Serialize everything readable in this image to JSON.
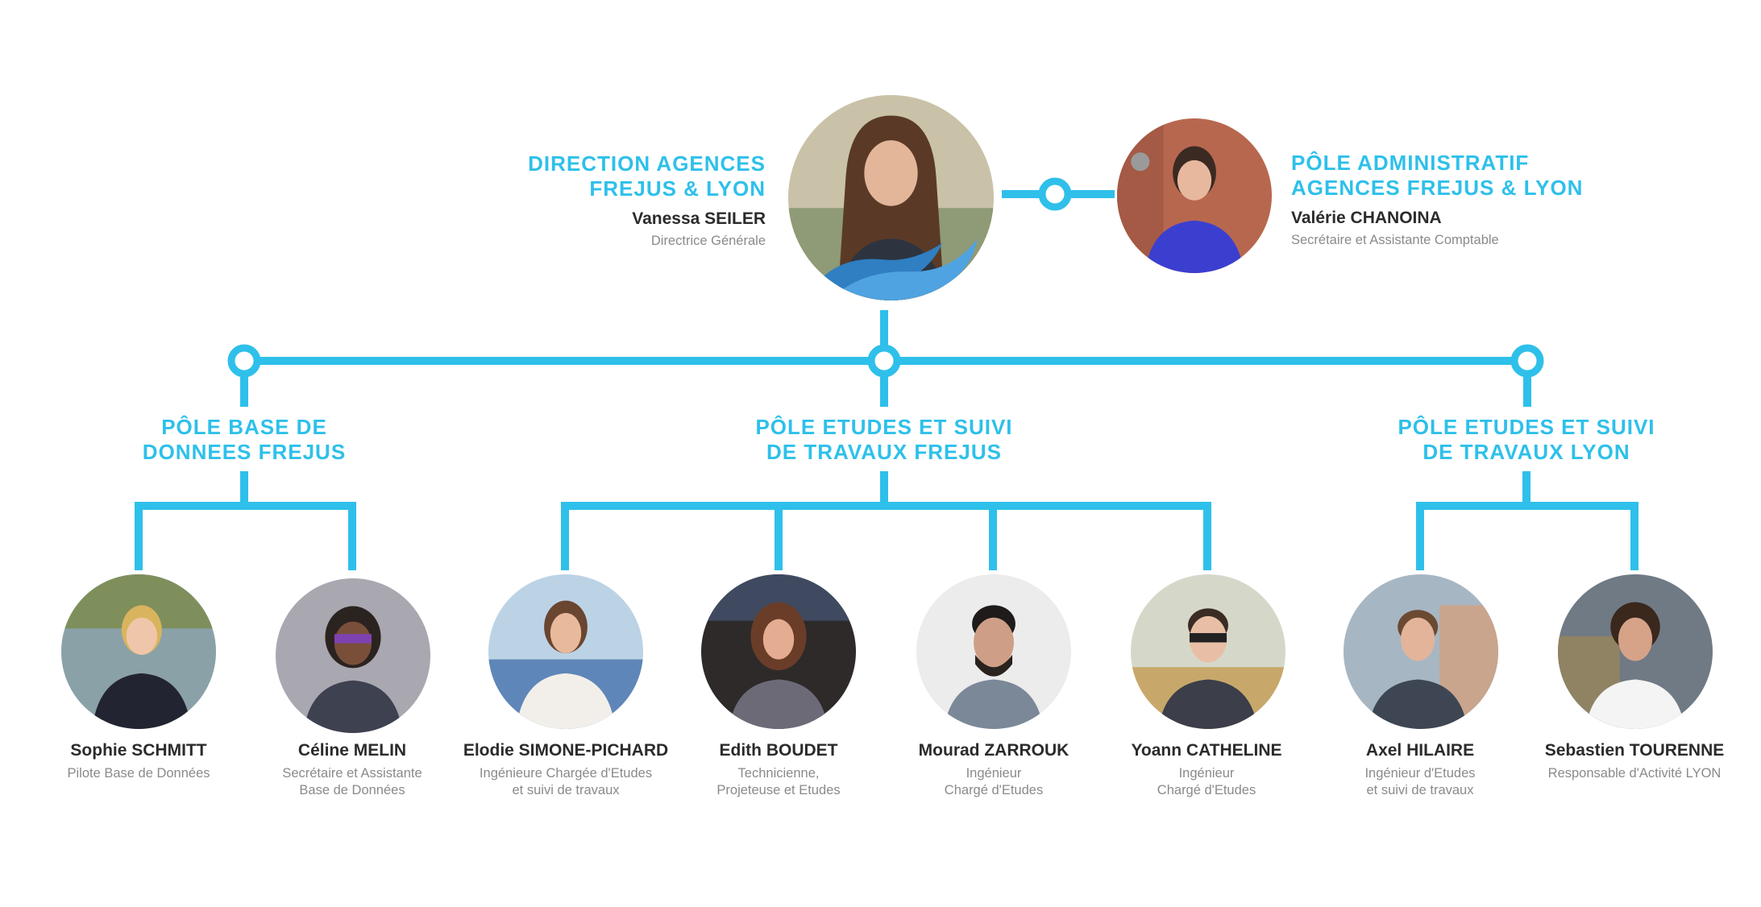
{
  "colors": {
    "accent": "#2ec0ea",
    "name": "#2b2b2b",
    "role": "#8a8a8a"
  },
  "direction": {
    "title_line1": "DIRECTION AGENCES",
    "title_line2": "FREJUS & LYON",
    "name": "Vanessa SEILER",
    "role": "Directrice Générale"
  },
  "admin": {
    "title_line1": "PÔLE ADMINISTRATIF",
    "title_line2": "AGENCES FREJUS & LYON",
    "name": "Valérie CHANOINA",
    "role": "Secrétaire et Assistante Comptable"
  },
  "departments": [
    {
      "line1": "PÔLE BASE DE",
      "line2": "DONNEES FREJUS"
    },
    {
      "line1": "PÔLE ETUDES ET SUIVI",
      "line2": "DE TRAVAUX FREJUS"
    },
    {
      "line1": "PÔLE ETUDES ET SUIVI",
      "line2": "DE TRAVAUX LYON"
    }
  ],
  "staff": [
    {
      "name": "Sophie SCHMITT",
      "role1": "Pilote Base de Données",
      "role2": ""
    },
    {
      "name": "Céline MELIN",
      "role1": "Secrétaire et Assistante",
      "role2": "Base de Données"
    },
    {
      "name": "Elodie SIMONE-PICHARD",
      "role1": "Ingénieure Chargée d'Etudes",
      "role2": "et suivi de travaux"
    },
    {
      "name": "Edith BOUDET",
      "role1": "Technicienne,",
      "role2": "Projeteuse et Etudes"
    },
    {
      "name": "Mourad ZARROUK",
      "role1": "Ingénieur",
      "role2": "Chargé d'Etudes"
    },
    {
      "name": "Yoann CATHELINE",
      "role1": "Ingénieur",
      "role2": "Chargé d'Etudes"
    },
    {
      "name": "Axel HILAIRE",
      "role1": "Ingénieur d'Etudes",
      "role2": "et suivi de travaux"
    },
    {
      "name": "Sebastien TOURENNE",
      "role1": "Responsable d'Activité LYON",
      "role2": ""
    }
  ]
}
